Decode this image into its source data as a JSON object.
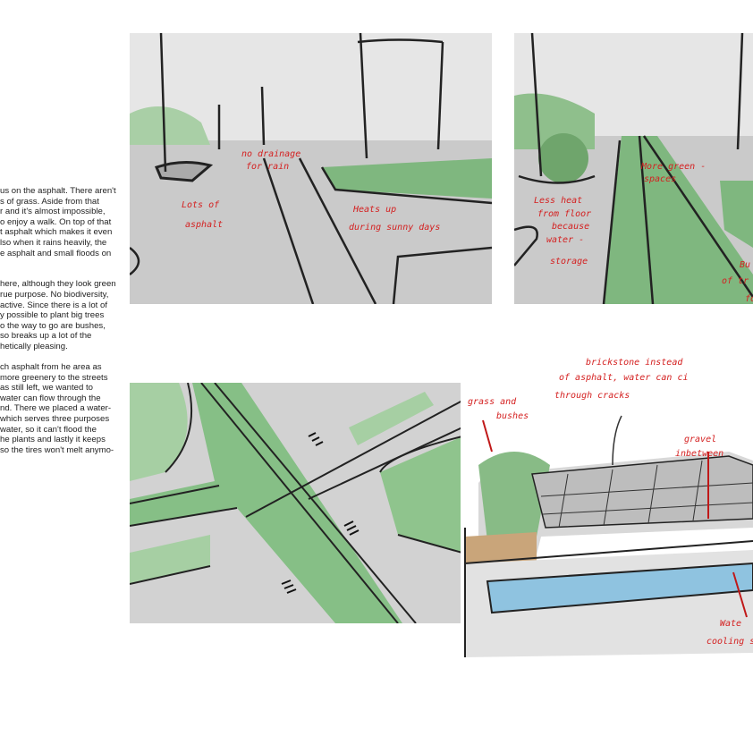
{
  "text": {
    "paragraph1": [
      "us on the asphalt. There aren't",
      "s of grass. Aside from that",
      "r and it's almost impossible,",
      "o enjoy a walk. On top of that",
      "t asphalt which makes it even",
      "lso when it rains heavily, the",
      "e asphalt and small floods on"
    ],
    "paragraph2": [
      "here, although they look green",
      "rue purpose. No biodiversity,",
      "active. Since there is a lot of",
      "y possible to plant big trees",
      "o the way to go are bushes,",
      "so breaks up a lot of the",
      "hetically pleasing."
    ],
    "paragraph3": [
      "ch asphalt from he area as",
      " more greenery to the streets",
      "as still left, we wanted to",
      "water can flow through the",
      "nd. There we placed a water-",
      "which serves three purposes",
      " water, so it can't flood the",
      "he plants and lastly it keeps",
      "so the tires won't melt anymo-"
    ]
  },
  "sketch_before": {
    "notes": [
      "no drainage",
      "for rain",
      "Lots of",
      "asphalt",
      "Heats up",
      "during sunny days"
    ]
  },
  "sketch_after": {
    "notes": [
      "More green -",
      "spaces",
      "Less heat",
      "from floor",
      "because",
      "water -",
      "storage",
      "Bu",
      "of tr",
      "fo"
    ]
  },
  "sketch_section": {
    "notes": [
      "brickstone instead",
      "of asphalt, water can ci",
      "through cracks",
      "grass and",
      "bushes",
      "gravel",
      "inbetween",
      "Wate",
      "cooling s"
    ]
  },
  "colors": {
    "green": "#7fb77f",
    "gray": "#cfcfcf",
    "red": "#d42020",
    "water": "#8fc3e0"
  }
}
